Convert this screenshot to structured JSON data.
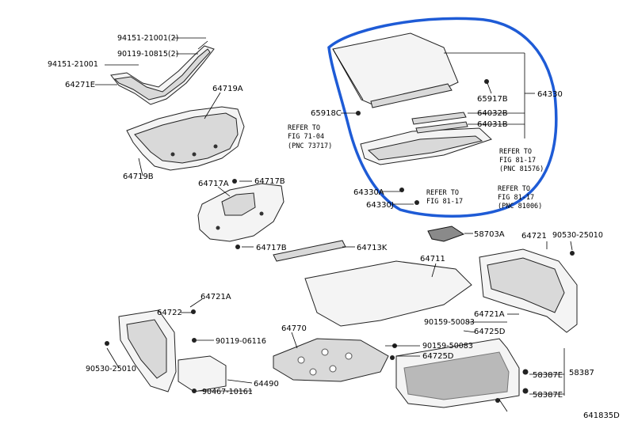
{
  "callouts": {
    "c94151_21001_2": "94151-21001(2)",
    "c90119_10815_2": "90119-10815(2)",
    "c94151_21001": "94151-21001",
    "c64271E": "64271E",
    "c64719A": "64719A",
    "c64719B": "64719B",
    "c64717A": "64717A",
    "c64717B_top": "64717B",
    "c64717B_bot": "64717B",
    "c64713K": "64713K",
    "c65918C": "65918C",
    "c65917B": "65917B",
    "c64330": "64330",
    "c64032B": "64032B",
    "c64031B": "64031B",
    "c64330A": "64330A",
    "c64330J": "64330J",
    "c58703A": "58703A",
    "c64721": "64721",
    "c90530_25010_r": "90530-25010",
    "c64711": "64711",
    "c64721A_left": "64721A",
    "c64722": "64722",
    "c90119_06116": "90119-06116",
    "c90530_25010_l": "90530-25010",
    "c64770": "64770",
    "c64490": "64490",
    "c90467_10161": "90467-10161",
    "c90159_50083_a": "90159-50083",
    "c64721A_right": "64721A",
    "c64725D_a": "64725D",
    "c90159_50083_b": "90159-50083",
    "c64725D_b": "64725D",
    "c58387": "58387",
    "c58387E_a": "58387E",
    "c58387E_b": "58387E"
  },
  "references": {
    "r1": [
      "REFER TO",
      "FIG 71-04",
      "(PNC 73717)"
    ],
    "r2": [
      "REFER TO",
      "FIG 81-17",
      "(PNC 81576)"
    ],
    "r3": [
      "REFER TO",
      "FIG 81-17",
      "(PNC 81006)"
    ],
    "r4": [
      "REFER TO",
      "FIG 81-17"
    ]
  },
  "diagram_code": "641835D",
  "colors": {
    "highlight": "#1e5bd6",
    "line": "#222222"
  }
}
